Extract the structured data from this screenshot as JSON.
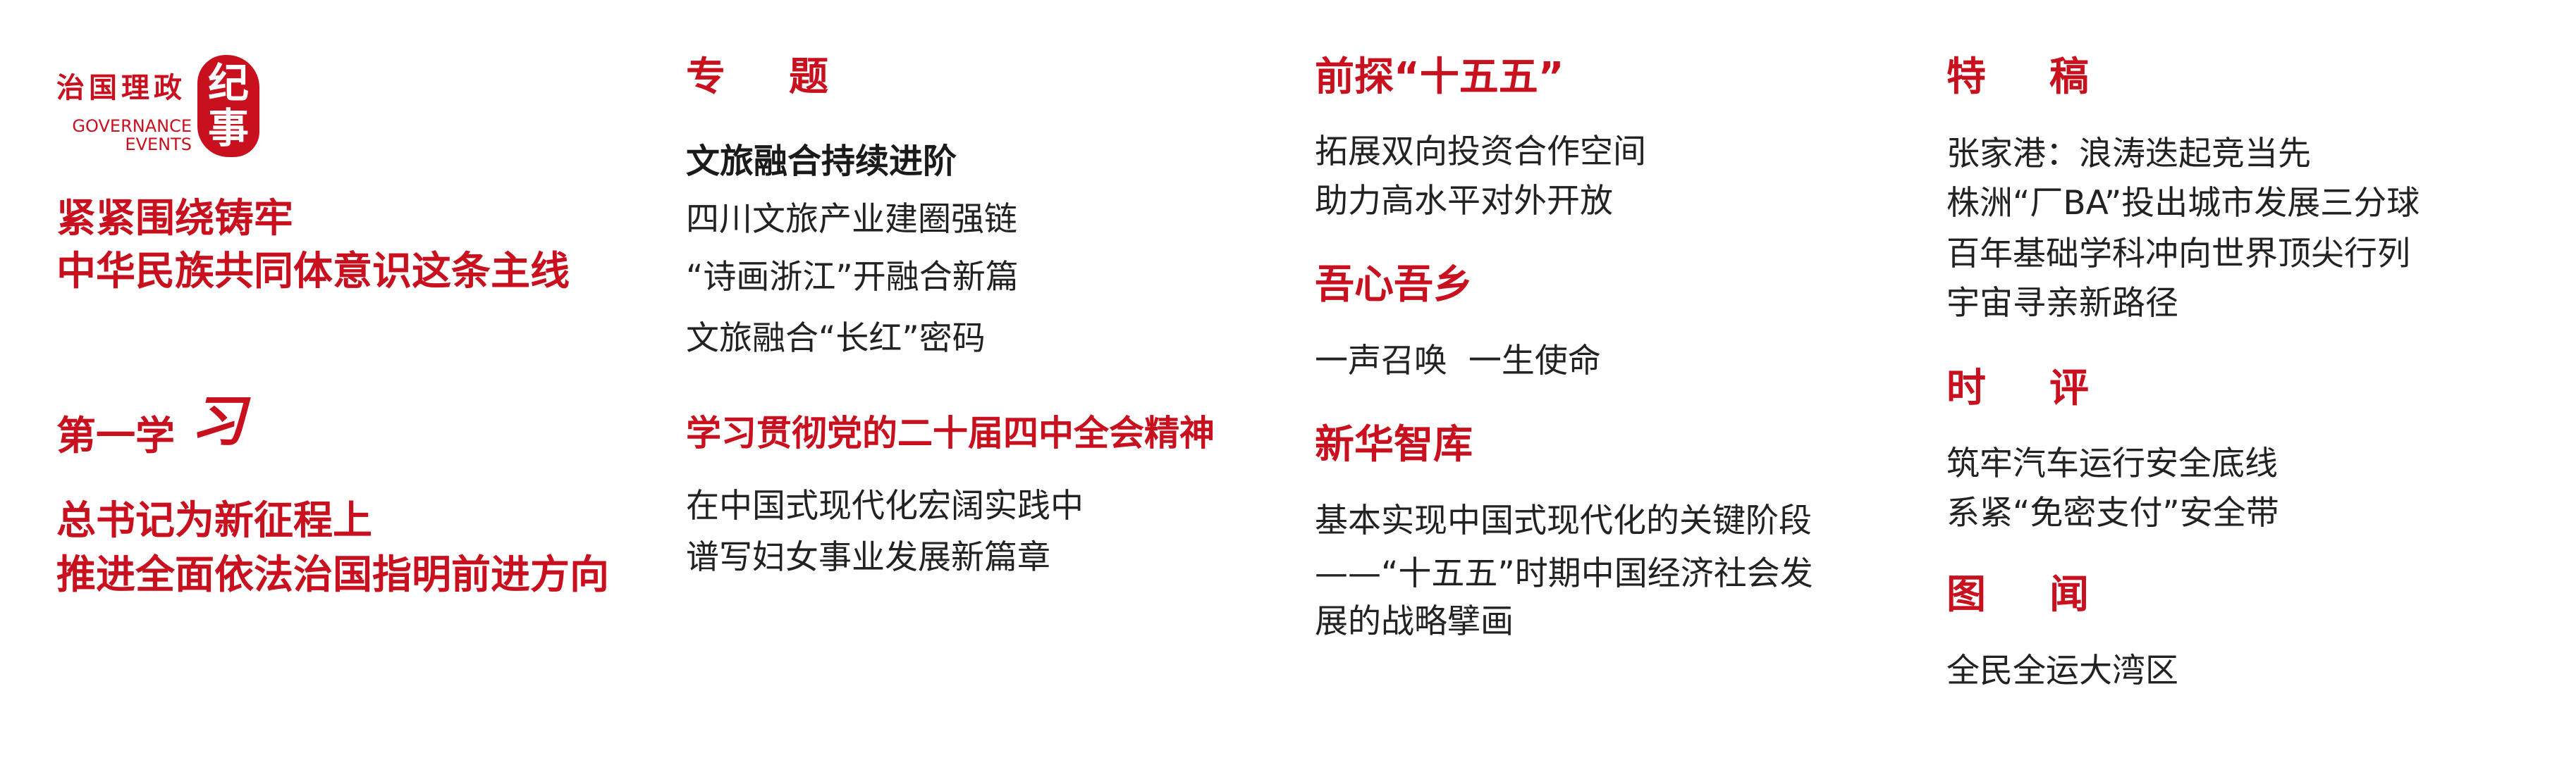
{
  "col1": {
    "logo": {
      "cn": "治国理政",
      "en1": "GOVERNANCE",
      "en2": "EVENTS",
      "seal": "纪事"
    },
    "headline1": [
      "紧紧围绕铸牢",
      "中华民族共同体意识这条主线"
    ],
    "section2_title": "第一学",
    "section2_brush": "习",
    "headline2": [
      "总书记为新征程上",
      "推进全面依法治国指明前进方向"
    ]
  },
  "col2": {
    "title": "专题",
    "subtitle": "文旅融合持续进阶",
    "items": [
      "四川文旅产业建圈强链",
      "“诗画浙江”开融合新篇",
      "文旅融合“长红”密码"
    ],
    "section2_title": "学习贯彻党的二十届四中全会精神",
    "section2_items": [
      "在中国式现代化宏阔实践中",
      "谱写妇女事业发展新篇章"
    ]
  },
  "col3": {
    "title": "前探“十五五”",
    "items": [
      "拓展双向投资合作空间",
      "助力高水平对外开放"
    ],
    "section2_title": "吾心吾乡",
    "section2_items": [
      "一声召唤  一生使命"
    ],
    "section3_title": "新华智库",
    "section3_items": [
      "基本实现中国式现代化的关键阶段",
      "——“十五五”时期中国经济社会发",
      "展的战略擘画"
    ]
  },
  "col4": {
    "title": "特稿",
    "items": [
      "张家港：浪涛迭起竞当先",
      "株洲“厂BA”投出城市发展三分球",
      "百年基础学科冲向世界顶尖行列",
      "宇宙寻亲新路径"
    ],
    "section2_title": "时评",
    "section2_items": [
      "筑牢汽车运行安全底线",
      "系紧“免密支付”安全带"
    ],
    "section3_title": "图闻",
    "section3_items": [
      "全民全运大湾区"
    ]
  }
}
